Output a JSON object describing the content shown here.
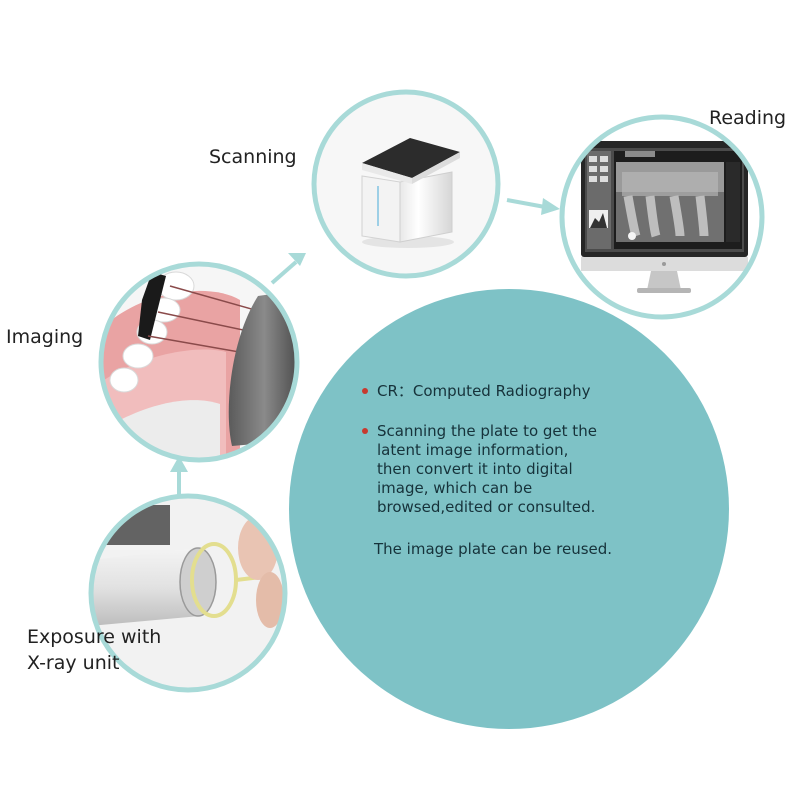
{
  "stages": {
    "reading": "Reading",
    "scanning": "Scanning",
    "imaging": "Imaging",
    "exposure_line1": "Exposure with",
    "exposure_line2": "X-ray unit"
  },
  "info": {
    "bullet1": "CR：Computed Radiography",
    "bullet2_lines": [
      "Scanning the plate to get the",
      "latent image information,",
      "then convert it into digital",
      "image, which can be",
      "browsed,edited or consulted."
    ],
    "note": "The image plate can be reused."
  },
  "colors": {
    "ring": "#a8dad8",
    "info_circle": "#7ec2c6",
    "arrow": "#a8dad8",
    "bullet": "#c7392f"
  },
  "icons": {
    "scanner": "cr-scanner-icon",
    "monitor": "monitor-xray-icon",
    "teeth": "teeth-sensor-icon",
    "xray_unit": "xray-tube-icon"
  }
}
